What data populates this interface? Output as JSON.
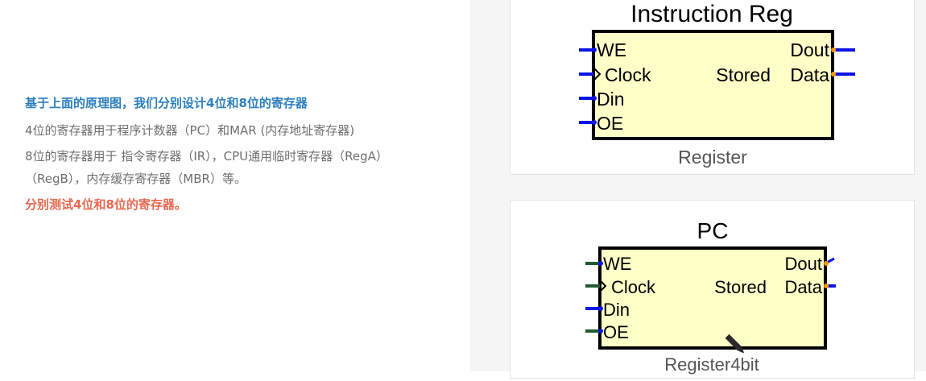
{
  "article": {
    "heading": "基于上面的原理图，我们分别设计4位和8位的寄存器",
    "para1": "4位的寄存器用于程序计数器（PC）和MAR (内存地址寄存器)",
    "para2": "8位的寄存器用于 指令寄存器（IR），CPU通用临时寄存器（RegA）（RegB），内存缓存寄存器（MBR）等。",
    "highlight": "分别测试4位和8位的寄存器。"
  },
  "diagram1": {
    "title": "Instruction Reg",
    "pins_left": [
      "WE",
      "Clock",
      "Din",
      "OE"
    ],
    "pins_right": [
      "Dout",
      "Stored",
      "Data"
    ],
    "caption": "Register"
  },
  "diagram2": {
    "title": "PC",
    "pins_left": [
      "WE",
      "Clock",
      "Din",
      "OE"
    ],
    "pins_right": [
      "Dout",
      "Stored",
      "Data"
    ],
    "caption": "Register4bit"
  },
  "colors": {
    "heading": "#2d7fbd",
    "body_text": "#6f6f6f",
    "highlight": "#e8674f",
    "block_fill": "#ffffc8",
    "pin_blue": "#0a14e6",
    "pin_green": "#1d5c2e",
    "pin_dot": "#ff9900"
  }
}
